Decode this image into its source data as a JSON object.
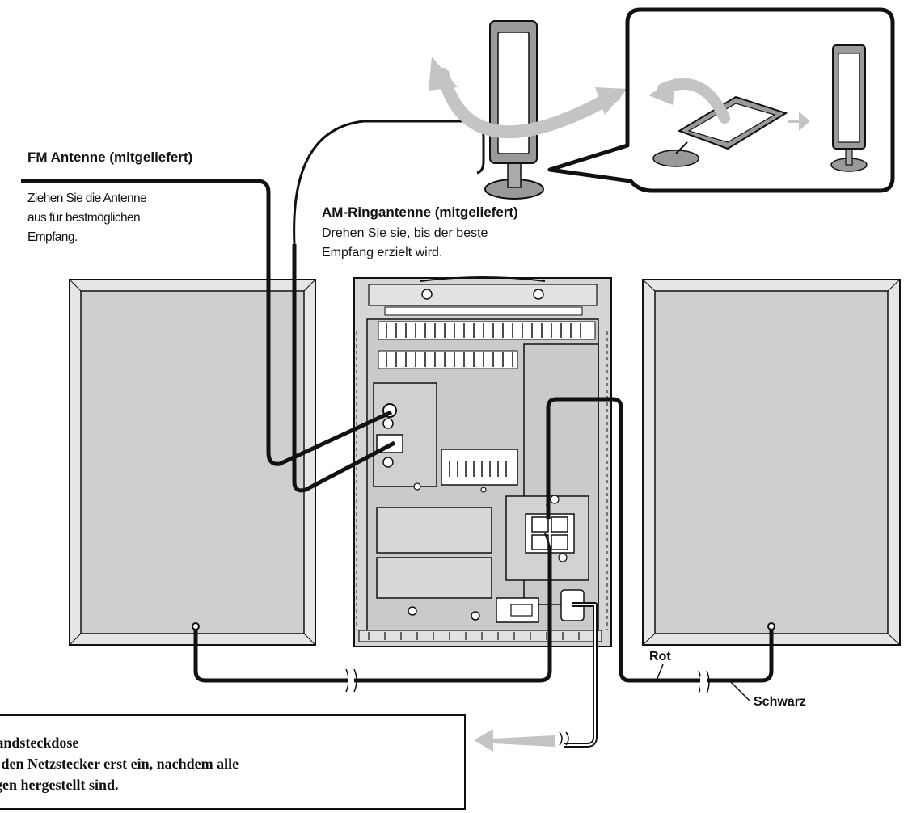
{
  "labels": {
    "fm_title": "FM Antenne (mitgeliefert)",
    "fm_desc": [
      "Ziehen Sie die Antenne",
      "aus für bestmöglichen",
      "Empfang."
    ],
    "am_title": "AM-Ringantenne (mitgeliefert)",
    "am_desc": [
      "Drehen Sie sie, bis der beste",
      "Empfang erzielt wird."
    ],
    "rot": "Rot",
    "schwarz": "Schwarz"
  },
  "outlet_note": {
    "lines": [
      "Vandsteckdose",
      "ie den Netzstecker erst ein, nachdem alle",
      "ngen hergestellt sind."
    ]
  },
  "colors": {
    "line": "#111111",
    "speaker_face": "#cfcfcf",
    "unit_face": "#cfcfcf",
    "arrow": "#bdbdbd"
  }
}
